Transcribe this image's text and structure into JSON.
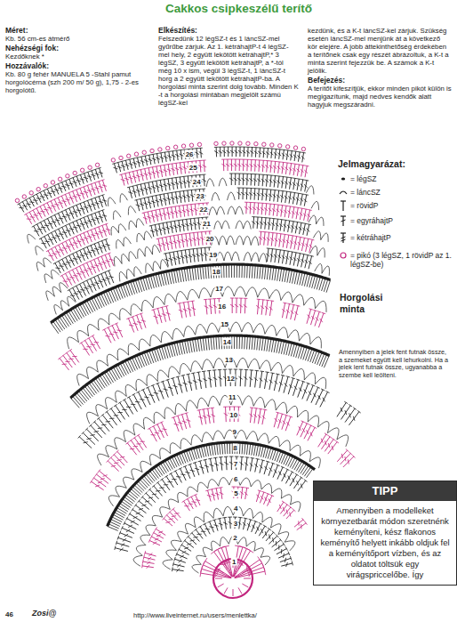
{
  "diagram": {
    "title": "Cakkos csipkeszélű terítő",
    "nodes": [
      {
        "text": [
          "TIPP",
          "Amennyiben a modelleket környezetbarát módon szeretnénk keményíteni, kész flakonos keményítő helyett inkább oldjuk fel a keményítőport vízben, és az oldatot töltsük egy virágspriccelőbe. Így"
        ]
      }
    ],
    "labels": [
      "Méret:",
      "Kb. 56 cm-es átmérő",
      "Nehézségi fok:",
      "Kezdőknek *",
      "Hozzávalók:",
      "Kb. 80 g fehér MANUELA 5 -Stahl pamut horgolócérna (szh 200 m/ 50 g), 1,75 - 2-es horgolótű.",
      "Elkészítés:",
      "Felszedünk 12 légSZ-t és 1 láncSZ-mel gyűrűbe zárjuk. Az 1. kétráhajtP-t 4 légSZ-mel hely, 2 együtt lekötött kétráhajtP,* 3 légSZ, 3 együtt lekötött kétráhajtP, a *-tól még 10 x ism, végül 3 légSZ-t, 1 láncSZ-t horg a 2 együtt lekötött kétráhajtP-ba. A horgolási minta szerint dolg tovább. Minden K -t a horgolási mintában megjelölt számú légSZ-kel",
      "kezdünk, és a K-t láncSZ-kel zárjuk. Szükség esetén láncSZ-mel menjünk át a következő kör elejére. A jobb áttekinthetőség érdekében a terítőnek csak egy részét ábrázoltuk, a K-t a minta szerint fejezzük be. A számok a K-t jelölik.",
      "Befejezés:",
      "A terítőt kifeszítjük, ekkor minden pikót külön is megigazítunk, majd nedves kendők alatt hagyjuk megszáradni.",
      "Jelmagyarázat:",
      "Horgolási minta",
      "Amennyiben a jelek fent futnak össze, a szemeket együtt kell lehurkolni. Ha a jelek lent futnak össze, ugyanabba a szembe kell leölteni.",
      "1",
      "2",
      "3",
      "4",
      "5",
      "6",
      "7",
      "8",
      "9",
      "10",
      "11",
      "12",
      "13",
      "14",
      "15",
      "16",
      "17",
      "18",
      "19",
      "20",
      "21",
      "22",
      "23",
      "24",
      "25",
      "26",
      "46",
      "http://www.liveinternet.ru/users/menlettka/",
      "Zosi@"
    ],
    "legend": [
      {
        "text": "= légSZ"
      },
      {
        "text": "= láncSZ"
      },
      {
        "text": "= rövidP"
      },
      {
        "text": "= egyráhajtP"
      },
      {
        "text": "= kétráhajtP"
      },
      {
        "text": "= pikó (3 légSZ, 1 rövidP az 1. légSZ-be)"
      }
    ]
  }
}
